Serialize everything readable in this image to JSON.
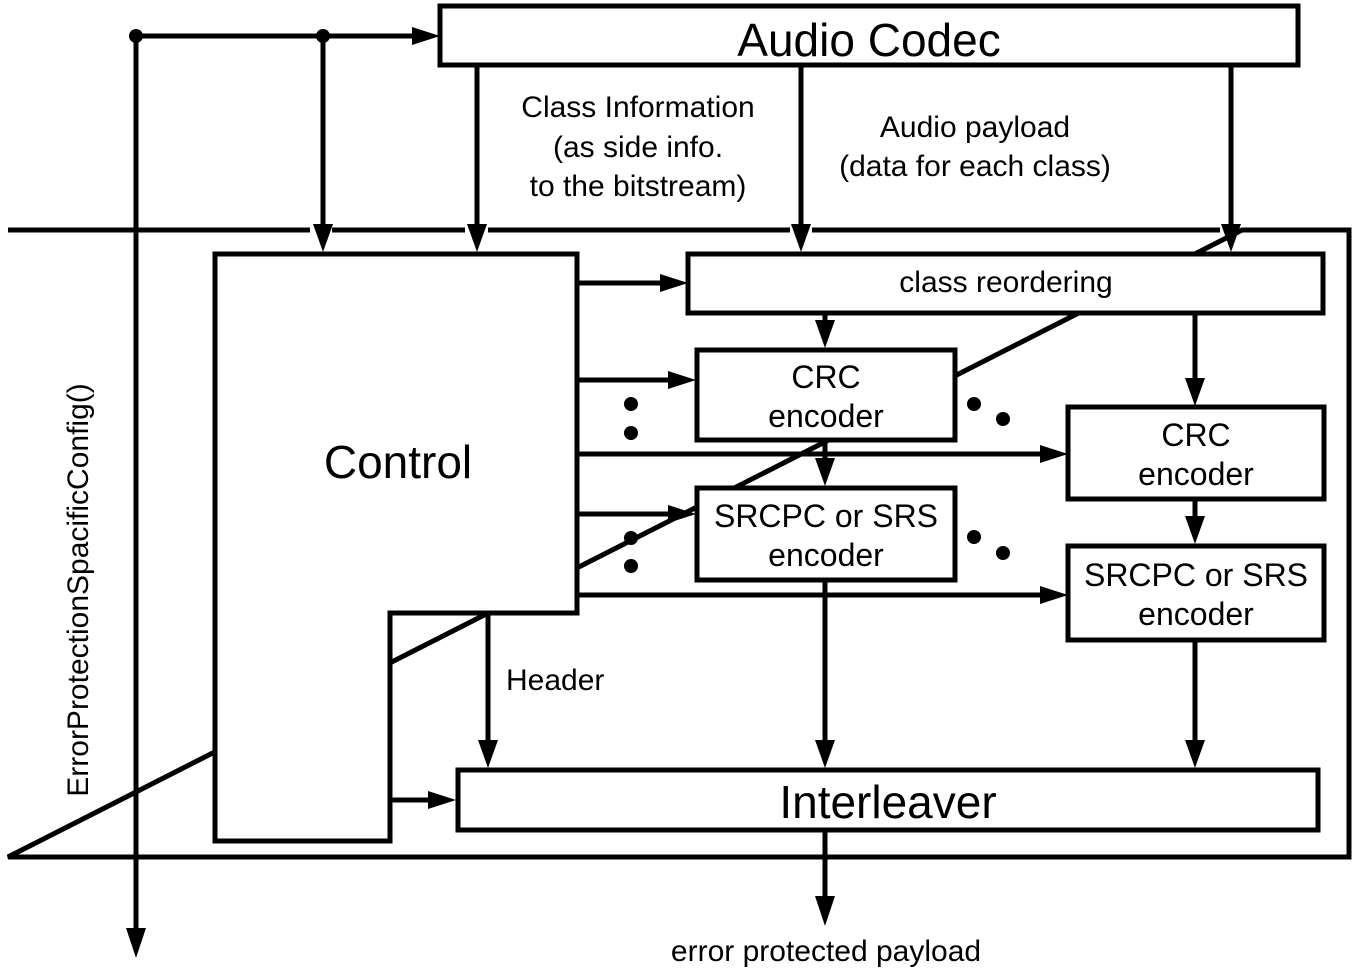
{
  "diagram": {
    "blocks": {
      "audio_codec": "Audio Codec",
      "control": "Control",
      "class_reordering": "class reordering",
      "crc_encoder_1": [
        "CRC",
        "encoder"
      ],
      "crc_encoder_n": [
        "CRC",
        "encoder"
      ],
      "srcpc_encoder_1": [
        "SRCPC or SRS",
        "encoder"
      ],
      "srcpc_encoder_n": [
        "SRCPC or SRS",
        "encoder"
      ],
      "interleaver": "Interleaver"
    },
    "container_label": "ErrorProtectionSpacificConfig()",
    "labels": {
      "class_information": [
        "Class Information",
        "(as side info.",
        "to the bitstream)"
      ],
      "audio_payload": [
        "Audio payload",
        "(data for each class)"
      ],
      "header": "Header",
      "output": "error protected payload"
    },
    "colors": {
      "stroke": "#000000",
      "background": "#ffffff"
    }
  }
}
